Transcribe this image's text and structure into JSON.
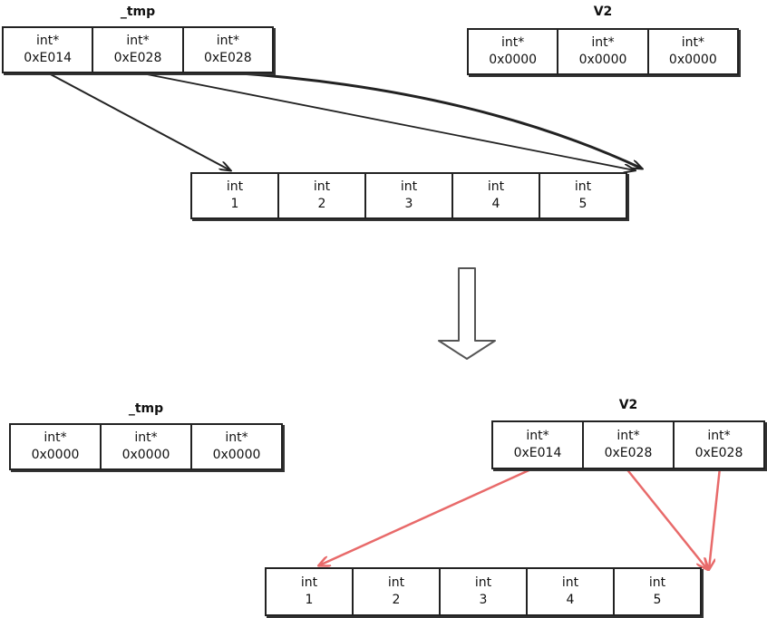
{
  "top": {
    "tmp": {
      "label": "_tmp",
      "cells": [
        {
          "type": "int*",
          "value": "0xE014"
        },
        {
          "type": "int*",
          "value": "0xE028"
        },
        {
          "type": "int*",
          "value": "0xE028"
        }
      ]
    },
    "v2": {
      "label": "V2",
      "cells": [
        {
          "type": "int*",
          "value": "0x0000"
        },
        {
          "type": "int*",
          "value": "0x0000"
        },
        {
          "type": "int*",
          "value": "0x0000"
        }
      ]
    },
    "ints": [
      {
        "type": "int",
        "value": "1"
      },
      {
        "type": "int",
        "value": "2"
      },
      {
        "type": "int",
        "value": "3"
      },
      {
        "type": "int",
        "value": "4"
      },
      {
        "type": "int",
        "value": "5"
      }
    ]
  },
  "bottom": {
    "tmp": {
      "label": "_tmp",
      "cells": [
        {
          "type": "int*",
          "value": "0x0000"
        },
        {
          "type": "int*",
          "value": "0x0000"
        },
        {
          "type": "int*",
          "value": "0x0000"
        }
      ]
    },
    "v2": {
      "label": "V2",
      "cells": [
        {
          "type": "int*",
          "value": "0xE014"
        },
        {
          "type": "int*",
          "value": "0xE028"
        },
        {
          "type": "int*",
          "value": "0xE028"
        }
      ]
    },
    "ints": [
      {
        "type": "int",
        "value": "1"
      },
      {
        "type": "int",
        "value": "2"
      },
      {
        "type": "int",
        "value": "3"
      },
      {
        "type": "int",
        "value": "4"
      },
      {
        "type": "int",
        "value": "5"
      }
    ]
  },
  "colors": {
    "ink": "#222222",
    "pointer_after": "#e86a6a",
    "transition_arrow": "#555555"
  }
}
